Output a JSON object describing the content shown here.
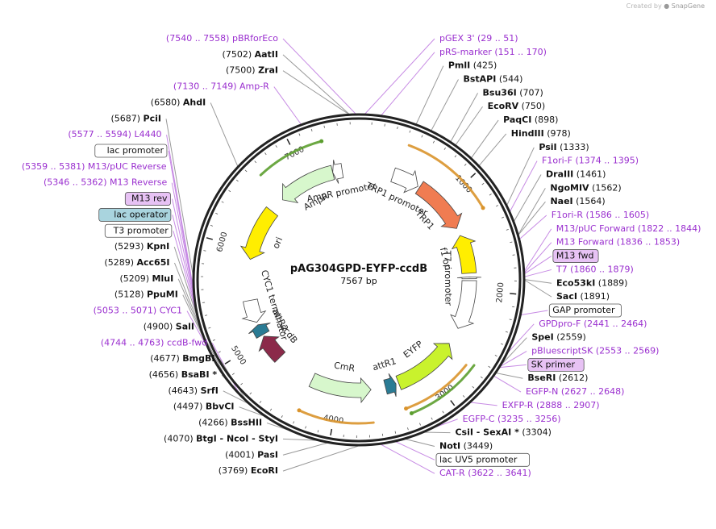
{
  "credit": {
    "prefix": "Created by",
    "brand": "SnapGene"
  },
  "plasmid": {
    "name": "pAG304GPD-EYFP-ccdB",
    "length": 7567,
    "length_label": "7567 bp"
  },
  "ticks": [
    {
      "pos": 1000,
      "label": "1000"
    },
    {
      "pos": 2000,
      "label": "2000"
    },
    {
      "pos": 3000,
      "label": "3000"
    },
    {
      "pos": 4000,
      "label": "4000"
    },
    {
      "pos": 5000,
      "label": "5000"
    },
    {
      "pos": 6000,
      "label": "6000"
    },
    {
      "pos": 7000,
      "label": "7000"
    }
  ],
  "features": [
    {
      "name": "TRP1",
      "start": 700,
      "end": 1310,
      "dir": 1,
      "fill": "#f07c52",
      "label_on_arrow": true
    },
    {
      "name": "TRP1 promoter",
      "start": 380,
      "end": 680,
      "dir": 1,
      "fill": "#ffffff",
      "label_on_arrow": true
    },
    {
      "name": "f1 ori",
      "start": 1395,
      "end": 1820,
      "dir": -1,
      "fill": "#ffee00",
      "label_on_arrow": true
    },
    {
      "name": "T7 promoter",
      "start": 1860,
      "end": 1880,
      "dir": -1,
      "fill": "#ffffff",
      "label_on_arrow": true
    },
    {
      "name": "GAP promoter",
      "start": 1900,
      "end": 2440,
      "dir": 1,
      "fill": "#ffffff",
      "label_on_arrow": false
    },
    {
      "name": "EYFP",
      "start": 2630,
      "end": 3340,
      "dir": -1,
      "fill": "#c9f22d",
      "label_on_arrow": true
    },
    {
      "name": "attR1",
      "start": 3370,
      "end": 3490,
      "dir": -1,
      "fill": "#2a7b94",
      "label_on_arrow": true
    },
    {
      "name": "CmR",
      "start": 3650,
      "end": 4310,
      "dir": -1,
      "fill": "#d7f7cc",
      "label_on_arrow": true
    },
    {
      "name": "ccdB",
      "start": 4740,
      "end": 5030,
      "dir": 1,
      "fill": "#8b2a4a",
      "label_on_arrow": true
    },
    {
      "name": "attR2",
      "start": 5050,
      "end": 5170,
      "dir": 1,
      "fill": "#2a7b94",
      "label_on_arrow": true
    },
    {
      "name": "CYC1 terminator",
      "start": 5200,
      "end": 5450,
      "dir": -1,
      "fill": "#ffffff",
      "label_on_arrow": true
    },
    {
      "name": "ori",
      "start": 5900,
      "end": 6480,
      "dir": -1,
      "fill": "#ffee00",
      "label_on_arrow": true
    },
    {
      "name": "AmpR",
      "start": 6650,
      "end": 7280,
      "dir": -1,
      "fill": "#d7f7cc",
      "label_on_arrow": true
    },
    {
      "name": "AmpR promoter",
      "start": 7280,
      "end": 7385,
      "dir": -1,
      "fill": "#ffffff",
      "label_on_arrow": true
    }
  ],
  "bands": [
    {
      "start": 430,
      "end": 1260,
      "color": "#d9932b",
      "ring": 0
    },
    {
      "start": 2660,
      "end": 3330,
      "color": "#5c9e2f",
      "ring": 0
    },
    {
      "start": 2700,
      "end": 3360,
      "color": "#d9932b",
      "ring": 1
    },
    {
      "start": 3660,
      "end": 4300,
      "color": "#d9932b",
      "ring": 0
    },
    {
      "start": 6660,
      "end": 7250,
      "color": "#5c9e2f",
      "ring": 0
    }
  ],
  "labels": [
    {
      "kind": "site",
      "text": "AatII",
      "info": "(7502)",
      "pos": 7502
    },
    {
      "kind": "site",
      "text": "ZraI",
      "info": "(7500)",
      "pos": 7500
    },
    {
      "kind": "feat",
      "text": "Amp-R",
      "info": "(7130 .. 7149)",
      "pos": 7140
    },
    {
      "kind": "feat",
      "text": "pBRforEco",
      "info": "(7540 .. 7558)",
      "pos": 7549
    },
    {
      "kind": "feat",
      "text": "pGEX 3'",
      "info": "(29 .. 51)",
      "pos": 40
    },
    {
      "kind": "feat",
      "text": "pRS-marker",
      "info": "(151 .. 170)",
      "pos": 160
    },
    {
      "kind": "site",
      "text": "PmlI",
      "info": "(425)",
      "pos": 425
    },
    {
      "kind": "site",
      "text": "BstAPI",
      "info": "(544)",
      "pos": 544
    },
    {
      "kind": "site",
      "text": "Bsu36I",
      "info": "(707)",
      "pos": 707
    },
    {
      "kind": "site",
      "text": "EcoRV",
      "info": "(750)",
      "pos": 750
    },
    {
      "kind": "site",
      "text": "PaqCI",
      "info": "(898)",
      "pos": 898
    },
    {
      "kind": "site",
      "text": "HindIII",
      "info": "(978)",
      "pos": 978
    },
    {
      "kind": "site",
      "text": "AhdI",
      "info": "(6580)",
      "pos": 6580
    },
    {
      "kind": "site",
      "text": "PsiI",
      "info": "(1333)",
      "pos": 1333
    },
    {
      "kind": "feat",
      "text": "F1ori-F",
      "info": "(1374 .. 1395)",
      "pos": 1384
    },
    {
      "kind": "site",
      "text": "DraIII",
      "info": "(1461)",
      "pos": 1461
    },
    {
      "kind": "site",
      "text": "NgoMIV",
      "info": "(1562)",
      "pos": 1562
    },
    {
      "kind": "site",
      "text": "NaeI",
      "info": "(1564)",
      "pos": 1564
    },
    {
      "kind": "feat",
      "text": "F1ori-R",
      "info": "(1586 .. 1605)",
      "pos": 1595
    },
    {
      "kind": "site",
      "text": "PciI",
      "info": "(5687)",
      "pos": 5687
    },
    {
      "kind": "feat",
      "text": "L4440",
      "info": "(5577 .. 5594)",
      "pos": 5585
    },
    {
      "kind": "box",
      "text": "lac promoter",
      "info": "",
      "pos": 5470
    },
    {
      "kind": "feat",
      "text": "M13/pUC Forward",
      "info": "(1822 .. 1844)",
      "pos": 1833
    },
    {
      "kind": "feat",
      "text": "M13 Forward",
      "info": "(1836 .. 1853)",
      "pos": 1844
    },
    {
      "kind": "primer",
      "text": "M13 fwd",
      "info": "",
      "pos": 1850
    },
    {
      "kind": "feat",
      "text": "M13/pUC Reverse",
      "info": "(5359 .. 5381)",
      "pos": 5370
    },
    {
      "kind": "boxblue",
      "text": "lac operator",
      "info": "",
      "pos": 5340
    },
    {
      "kind": "feat",
      "text": "T7",
      "info": "(1860 .. 1879)",
      "pos": 1870
    },
    {
      "kind": "feat",
      "text": "M13 Reverse",
      "info": "(5346 .. 5362)",
      "pos": 5354
    },
    {
      "kind": "site",
      "text": "Eco53kI",
      "info": "(1889)",
      "pos": 1889
    },
    {
      "kind": "site",
      "text": "SacI",
      "info": "(1891)",
      "pos": 1891
    },
    {
      "kind": "primer",
      "text": "M13 rev",
      "info": "",
      "pos": 5348
    },
    {
      "kind": "box",
      "text": "GAP promoter",
      "info": "",
      "pos": 2150
    },
    {
      "kind": "box",
      "text": "T3 promoter",
      "info": "",
      "pos": 5320
    },
    {
      "kind": "site",
      "text": "KpnI",
      "info": "(5293)",
      "pos": 5293
    },
    {
      "kind": "feat",
      "text": "GPDpro-F",
      "info": "(2441 .. 2464)",
      "pos": 2452
    },
    {
      "kind": "site",
      "text": "Acc65I",
      "info": "(5289)",
      "pos": 5289
    },
    {
      "kind": "feat",
      "text": "pBluescriptSK",
      "info": "(2553 .. 2569)",
      "pos": 2561
    },
    {
      "kind": "site",
      "text": "MluI",
      "info": "(5209)",
      "pos": 5209
    },
    {
      "kind": "site",
      "text": "SpeI",
      "info": "(2559)",
      "pos": 2559
    },
    {
      "kind": "site",
      "text": "PpuMI",
      "info": "(5128)",
      "pos": 5128
    },
    {
      "kind": "primer",
      "text": "SK primer",
      "info": "",
      "pos": 2565
    },
    {
      "kind": "feat",
      "text": "CYC1",
      "info": "(5053 .. 5071)",
      "pos": 5062
    },
    {
      "kind": "site",
      "text": "BseRI",
      "info": "(2612)",
      "pos": 2612
    },
    {
      "kind": "site",
      "text": "SalI",
      "info": "(4900)",
      "pos": 4900
    },
    {
      "kind": "feat",
      "text": "EGFP-N",
      "info": "(2627 .. 2648)",
      "pos": 2637
    },
    {
      "kind": "feat",
      "text": "ccdB-fwd",
      "info": "(4744 .. 4763)",
      "pos": 4753
    },
    {
      "kind": "feat",
      "text": "EXFP-R",
      "info": "(2888 .. 2907)",
      "pos": 2897
    },
    {
      "kind": "site",
      "text": "BmgBI",
      "info": "(4677)",
      "pos": 4677
    },
    {
      "kind": "feat",
      "text": "EGFP-C",
      "info": "(3235 .. 3256)",
      "pos": 3245
    },
    {
      "kind": "site",
      "text": "BsaBI *",
      "info": "(4656)",
      "pos": 4656
    },
    {
      "kind": "site",
      "text": "CsiI - SexAI *",
      "info": "(3304)",
      "pos": 3304
    },
    {
      "kind": "site",
      "text": "SrfI",
      "info": "(4643)",
      "pos": 4643
    },
    {
      "kind": "site",
      "text": "NotI",
      "info": "(3449)",
      "pos": 3449
    },
    {
      "kind": "site",
      "text": "BbvCI",
      "info": "(4497)",
      "pos": 4497
    },
    {
      "kind": "box",
      "text": "lac UV5 promoter",
      "info": "",
      "pos": 3520
    },
    {
      "kind": "site",
      "text": "BssHII",
      "info": "(4266)",
      "pos": 4266
    },
    {
      "kind": "feat",
      "text": "CAT-R",
      "info": "(3622 .. 3641)",
      "pos": 3631
    },
    {
      "kind": "site",
      "text": "BtgI - NcoI - StyI",
      "info": "(4070)",
      "pos": 4070
    },
    {
      "kind": "site",
      "text": "PasI",
      "info": "(4001)",
      "pos": 4001
    },
    {
      "kind": "site",
      "text": "EcoRI",
      "info": "(3769)",
      "pos": 3769
    }
  ]
}
